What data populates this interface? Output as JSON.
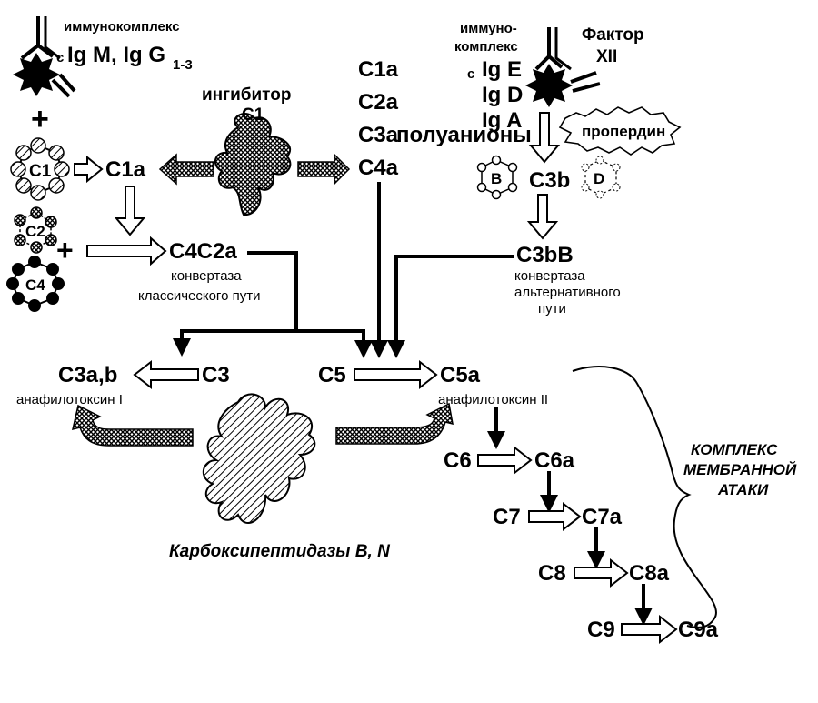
{
  "immunocomplex_left": {
    "title": "иммунокомплекс",
    "prefix": "с",
    "antibodies": "Ig M, Ig G",
    "subscript": "1-3"
  },
  "inhibitor": {
    "line1": "ингибитор",
    "line2": "С1"
  },
  "fragments": [
    "C1a",
    "C2a",
    "C3a",
    "C4a"
  ],
  "polyanions": "полуанионы",
  "immunocomplex_right": {
    "line1": "иммуно-",
    "line2": "комплекс",
    "prefix": "с",
    "antibodies": [
      "Ig E",
      "Ig D",
      "Ig A"
    ]
  },
  "factor_xii": {
    "line1": "Фактор",
    "line2": "XII"
  },
  "properdin": "пропердин",
  "plus": "+",
  "rings": {
    "c1": "C1",
    "c2": "C2",
    "c4": "C4",
    "b": "B",
    "d": "D"
  },
  "c1a": "C1a",
  "c3b": "C3b",
  "classical": {
    "convertase": "C4C2a",
    "line1": "конвертаза",
    "line2": "классического пути"
  },
  "alternative": {
    "convertase": "C3bB",
    "line1": "конвертаза",
    "line2": "альтернативного",
    "line3": "пути"
  },
  "c3": "C3",
  "c3ab": "C3a,b",
  "anaphylatoxin_1": "анафилотоксин I",
  "c5": "C5",
  "c5a": "C5a",
  "anaphylatoxin_2": "анафилотоксин II",
  "carboxypeptidases": "Карбоксипептидазы B, N",
  "mac_chain": [
    {
      "from": "C6",
      "to": "C6a"
    },
    {
      "from": "C7",
      "to": "C7a"
    },
    {
      "from": "C8",
      "to": "C8a"
    },
    {
      "from": "C9",
      "to": "C9a"
    }
  ],
  "mac_label": [
    "КОМПЛЕКС",
    "МЕМБРАННОЙ",
    "АТАКИ"
  ]
}
